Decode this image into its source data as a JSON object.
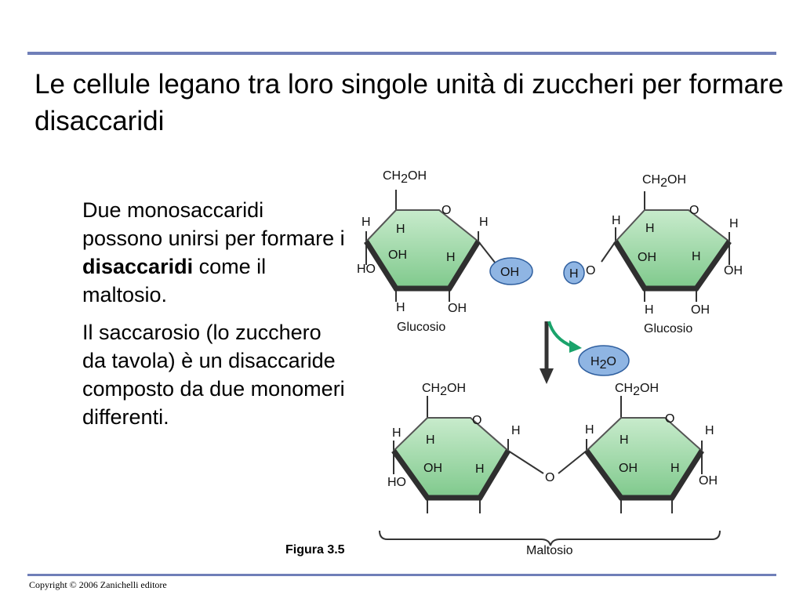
{
  "slide": {
    "title": "Le cellule legano tra loro singole unità di zuccheri per formare disaccaridi",
    "paragraph1": {
      "before": "Due monosaccaridi possono unirsi per formare i ",
      "bold": "disaccaridi",
      "after": " come il maltosio."
    },
    "paragraph2": "Il saccarosio (lo zucchero da tavola) è un disaccaride composto da due monomeri differenti.",
    "figure_label": "Figura 3.5",
    "copyright": "Copyright © 2006 Zanichelli editore"
  },
  "diagram": {
    "ch2oh": {
      "main": "CH",
      "sub": "2",
      "tail": "OH"
    },
    "atoms": {
      "o": "O",
      "h": "H",
      "oh": "OH",
      "ho": "HO"
    },
    "water": {
      "main": "H",
      "sub": "2",
      "tail": "O"
    },
    "glucose_label": "Glucosio",
    "maltose_label": "Maltosio"
  },
  "colors": {
    "ring_fill": "#9ed8a6",
    "ring_edge": "#2f2f2f",
    "bubble_fill": "#8fb5e3",
    "bubble_edge": "#2f5f9f",
    "arrow_green": "#1aa36b",
    "arrow_dark": "#333333",
    "rule": "#6f7fb8"
  }
}
